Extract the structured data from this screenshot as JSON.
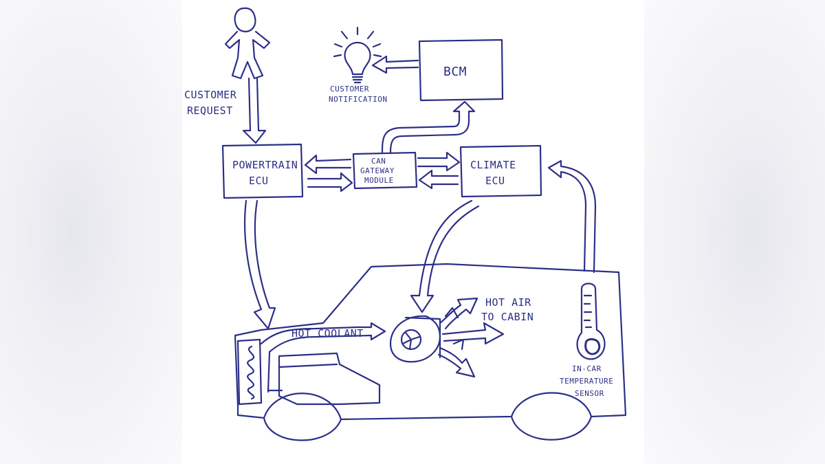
{
  "labels": {
    "customer_request_1": "CUSTOMER",
    "customer_request_2": "REQUEST",
    "customer_notification_1": "CUSTOMER",
    "customer_notification_2": "NOTIFICATION",
    "bcm": "BCM",
    "powertrain_1": "POWERTRAIN",
    "powertrain_2": "ECU",
    "can_1": "CAN",
    "can_2": "GATEWAY",
    "can_3": "MODULE",
    "climate_1": "CLIMATE",
    "climate_2": "ECU",
    "hot_coolant": "HOT COOLANT",
    "hot_air_1": "HOT AIR",
    "hot_air_2": "TO CABIN",
    "sensor_1": "IN-CAR",
    "sensor_2": "TEMPERATURE",
    "sensor_3": "SENSOR"
  },
  "colors": {
    "ink": "#2b2f87",
    "paper": "#ffffff",
    "background": "#f3f3f6"
  }
}
